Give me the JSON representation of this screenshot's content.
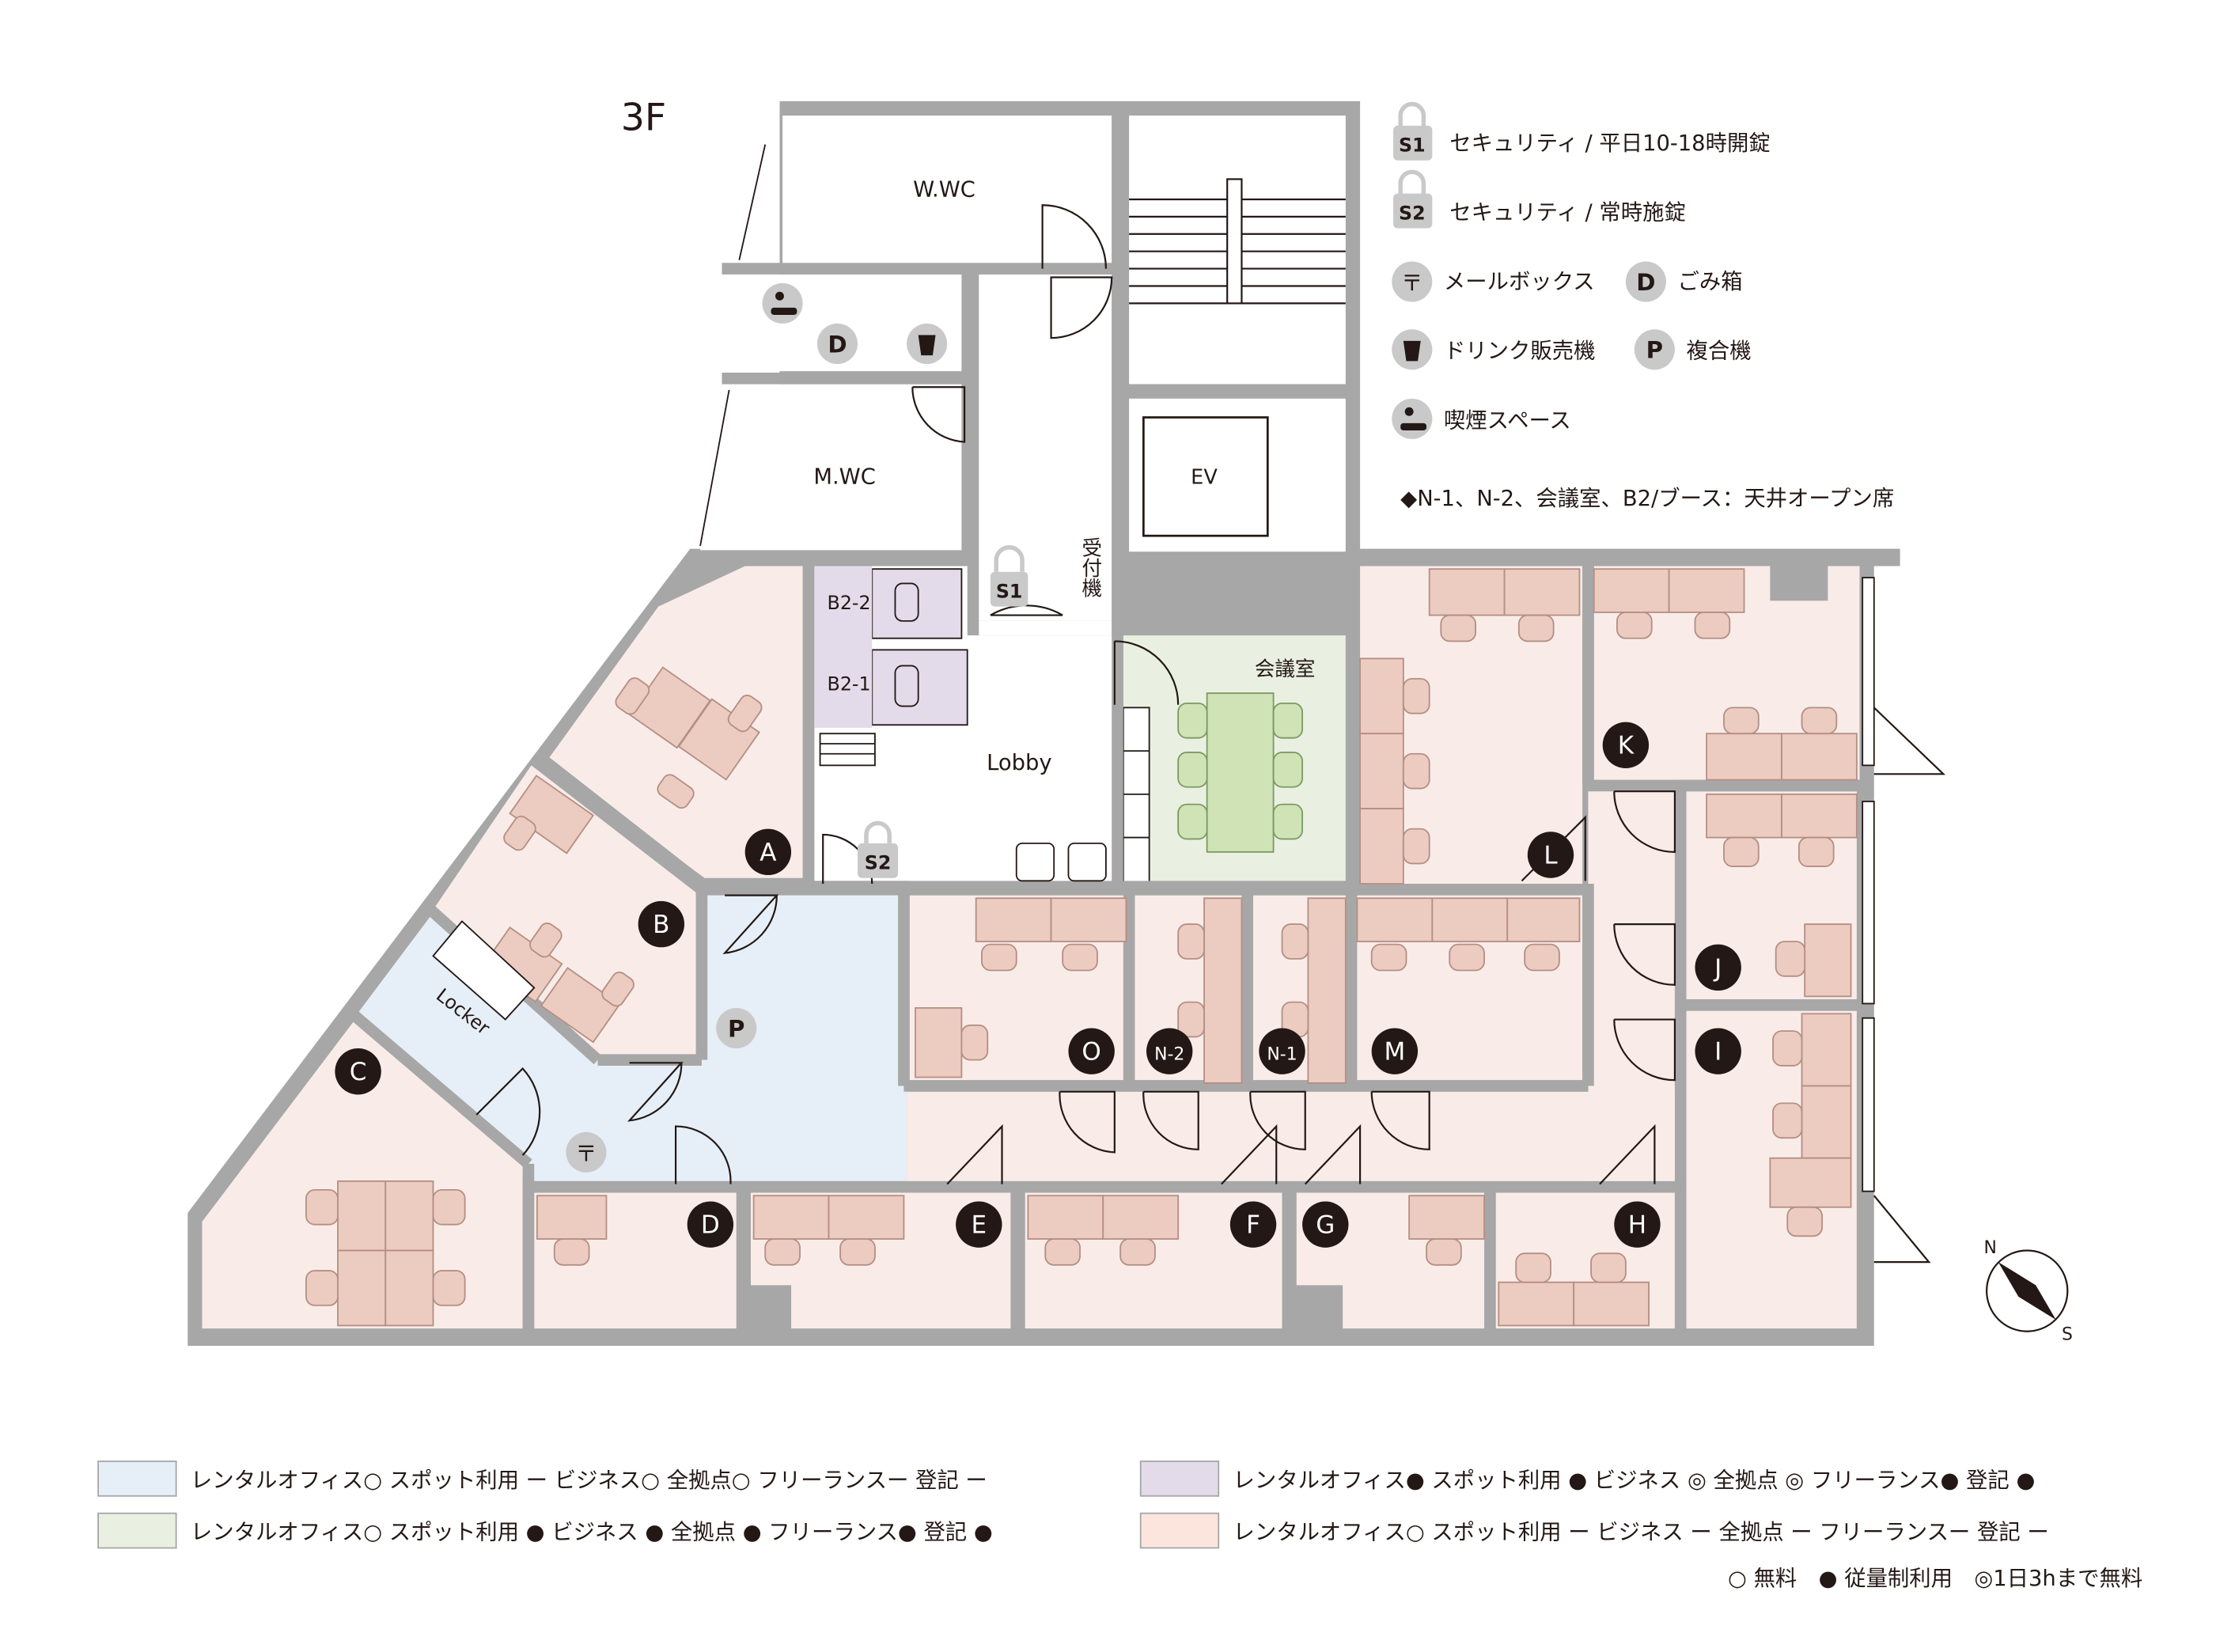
{
  "floor_label": "3F",
  "colors": {
    "wall": "#a7a7a7",
    "room_pink": "#f9ece8",
    "desk": "#eccbc1",
    "desk_stroke": "#b58f83",
    "lobby_blue": "#e6eff7",
    "meeting_green": "#e9f0e1",
    "meeting_table": "#cfe3b6",
    "booth_purple": "#e4dbea",
    "badge_dark": "#231815",
    "icon_grey": "#c9c9c9",
    "legend_blue": "#e6eff7",
    "legend_green": "#e9f0e1",
    "legend_purple": "#e4dbea",
    "legend_pink": "#fbe5dc"
  },
  "rooms": {
    "wwc": "W.WC",
    "mwc": "M.WC",
    "ev": "EV",
    "lobby": "Lobby",
    "meeting": "会議室",
    "reception": "受付機",
    "locker": "Locker",
    "b2_2": "B2-2",
    "b2_1": "B2-1"
  },
  "office_badges": [
    "A",
    "B",
    "C",
    "D",
    "E",
    "F",
    "G",
    "H",
    "I",
    "J",
    "K",
    "L",
    "M",
    "N-1",
    "N-2",
    "O"
  ],
  "icon_letters": {
    "s1": "S1",
    "s2": "S2",
    "trash": "D",
    "printer": "P",
    "mailbox": "〒"
  },
  "legend_top": {
    "s1": "セキュリティ / 平日10-18時開錠",
    "s2": "セキュリティ / 常時施錠",
    "mailbox": "メールボックス",
    "trash": "ごみ箱",
    "drink": "ドリンク販売機",
    "printer": "複合機",
    "smoking": "喫煙スペース",
    "note": "◆N-1、N-2、会議室、B2/ブース：天井オープン席"
  },
  "legend_bottom": [
    {
      "key": "blue",
      "text": "レンタルオフィス○ スポット利用 ー ビジネス○ 全拠点○ フリーランスー 登記 ー"
    },
    {
      "key": "purple",
      "text": "レンタルオフィス● スポット利用 ● ビジネス ◎ 全拠点 ◎ フリーランス● 登記 ●"
    },
    {
      "key": "green",
      "text": "レンタルオフィス○ スポット利用 ● ビジネス ● 全拠点 ● フリーランス● 登記 ●"
    },
    {
      "key": "pink",
      "text": "レンタルオフィス○ スポット利用 ー ビジネス ー 全拠点 ー フリーランスー 登記 ー"
    }
  ],
  "legend_footer": "○ 無料　● 従量制利用　◎1日3hまで無料",
  "compass": {
    "north": "N",
    "south": "S"
  }
}
